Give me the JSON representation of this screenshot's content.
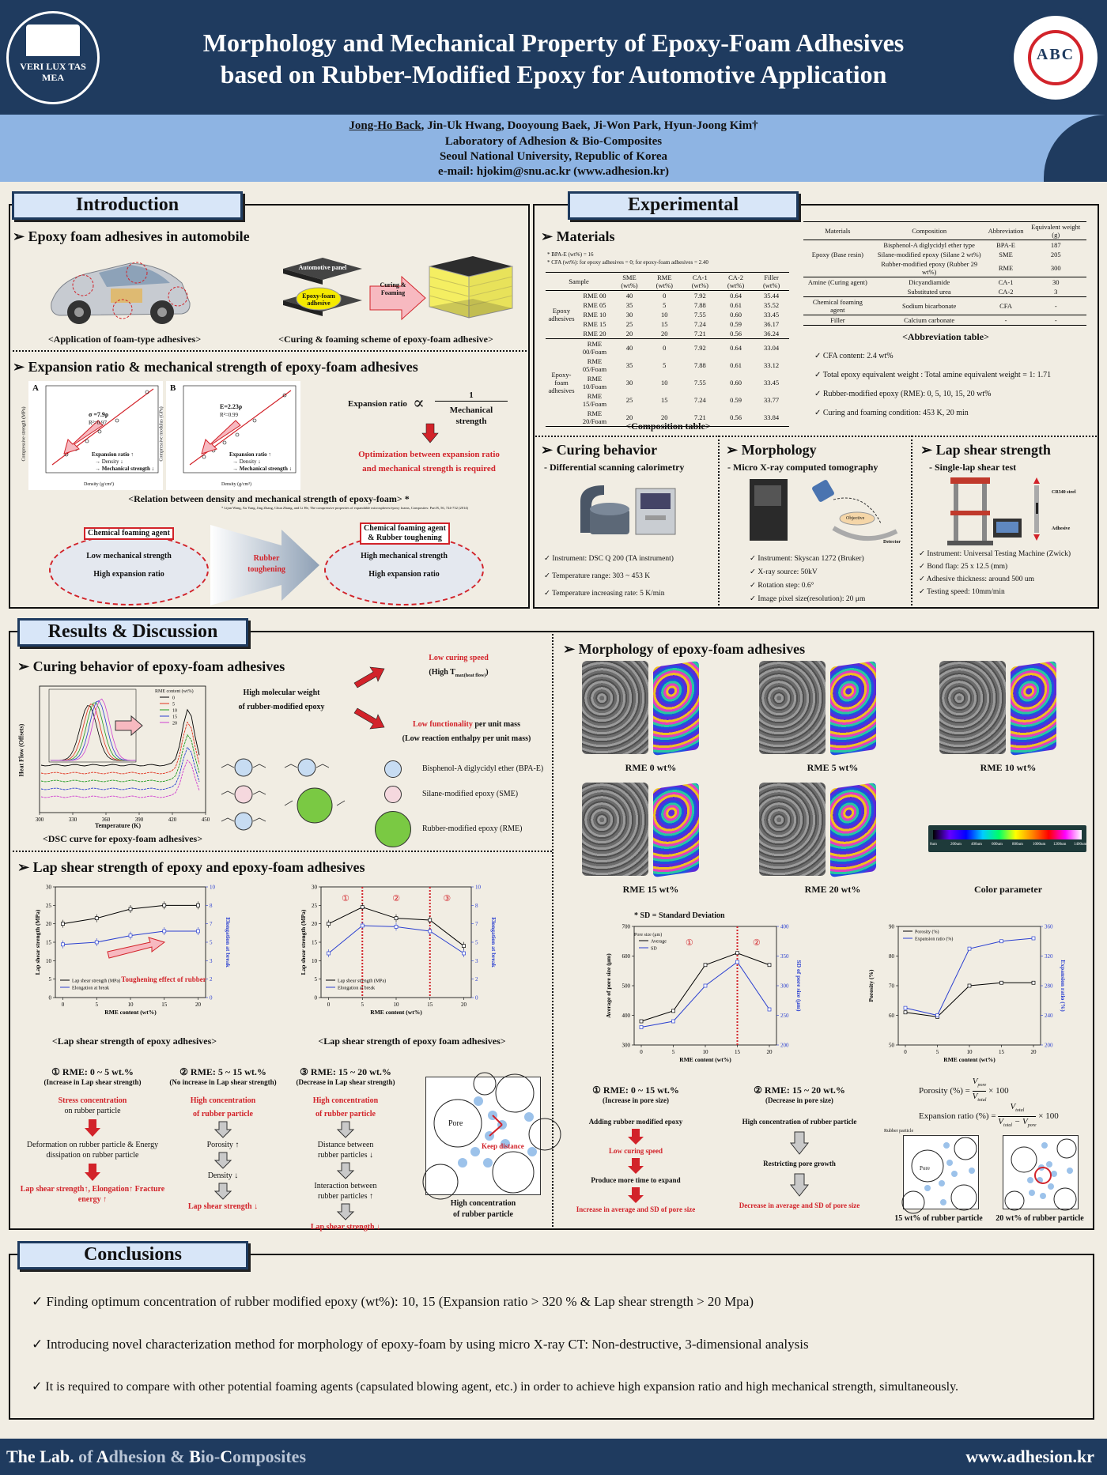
{
  "header": {
    "title_line1": "Morphology and Mechanical Property of Epoxy-Foam Adhesives",
    "title_line2": "based on Rubber-Modified Epoxy for Automotive Application",
    "left_logo_text": "VERI LUX TAS MEA",
    "right_logo_text": "ABC"
  },
  "authors": {
    "lead": "Jong-Ho Back",
    "others": ", Jin-Uk Hwang, Dooyoung Baek, Ji-Won Park, Hyun-Joong Kim†",
    "lab": "Laboratory of Adhesion & Bio-Composites",
    "univ": "Seoul National University, Republic of Korea",
    "email": "e-mail: hjokim@snu.ac.kr (www.adhesion.kr)"
  },
  "intro": {
    "title": "Introduction",
    "h1": "Epoxy foam adhesives in automobile",
    "cap1": "<Application of foam-type adhesives>",
    "cap2": "<Curing & foaming scheme of epoxy-foam adhesive>",
    "scheme_panel": "Automotive panel",
    "scheme_adhesive": "Epoxy-foam adhesive",
    "scheme_arrow": "Curing & Foaming",
    "h2": "Expansion ratio & mechanical strength of epoxy-foam adhesives",
    "exp_ratio": "Expansion ratio",
    "propto": "∝",
    "frac_num": "1",
    "frac_den": "Mechanical strength",
    "opt1": "Optimization between expansion ratio",
    "opt2": "and mechanical strength is required",
    "cap3": "<Relation between density and mechanical strength of epoxy-foam> *",
    "ref": "* Lijun Wang, Xu Yang, Jing Zhang, Chun Zhang, and Li He, The compressive properties of expandable microspheres/epoxy foams, Composites: Part B, 56, 724-732 (2014)",
    "pA": "A",
    "pB": "B",
    "eqA": "σ =7.9ρ",
    "eqA2": "R²=0.97",
    "eqB": "E=2.23ρ",
    "eqB2": "R²=0.99",
    "note1": "Expansion ratio ↑",
    "note2": "→ Density ↓",
    "note3": "→ Mechanical strength ↓",
    "ylA": "Compressive strength (MPa)",
    "ylB": "Compressive modulus (GPa)",
    "xl": "Density (g/cm³)",
    "agent1": "Chemical foaming agent",
    "agent2": "Chemical foaming agent & Rubber toughening",
    "low_mech": "Low mechanical strength",
    "high_exp": "High expansion ratio",
    "high_mech": "High mechanical strength",
    "high_exp2": "High expansion ratio",
    "rubber": "Rubber toughening"
  },
  "exp": {
    "title": "Experimental",
    "h_mat": "Materials",
    "note1": "* BPA-E (wt%) = 16",
    "note2": "* CFA (wt%): for epoxy adhesives = 0; for epoxy-foam adhesives = 2.40",
    "comp_headers": [
      "Sample",
      "SME (wt%)",
      "RME (wt%)",
      "CA-1 (wt%)",
      "CA-2 (wt%)",
      "Filler (wt%)"
    ],
    "group1": "Epoxy adhesives",
    "group2": "Epoxy-foam adhesives",
    "comp_rows": [
      [
        "RME 00",
        "40",
        "0",
        "7.92",
        "0.64",
        "35.44"
      ],
      [
        "RME 05",
        "35",
        "5",
        "7.88",
        "0.61",
        "35.52"
      ],
      [
        "RME 10",
        "30",
        "10",
        "7.55",
        "0.60",
        "33.45"
      ],
      [
        "RME 15",
        "25",
        "15",
        "7.24",
        "0.59",
        "36.17"
      ],
      [
        "RME 20",
        "20",
        "20",
        "7.21",
        "0.56",
        "36.24"
      ],
      [
        "RME 00/Foam",
        "40",
        "0",
        "7.92",
        "0.64",
        "33.04"
      ],
      [
        "RME 05/Foam",
        "35",
        "5",
        "7.88",
        "0.61",
        "33.12"
      ],
      [
        "RME 10/Foam",
        "30",
        "10",
        "7.55",
        "0.60",
        "33.45"
      ],
      [
        "RME 15/Foam",
        "25",
        "15",
        "7.24",
        "0.59",
        "33.77"
      ],
      [
        "RME 20/Foam",
        "20",
        "20",
        "7.21",
        "0.56",
        "33.84"
      ]
    ],
    "comp_cap": "<Composition table>",
    "abbr_headers": [
      "Materials",
      "Composition",
      "Abbreviation",
      "Equivalent weight (g)"
    ],
    "abbr_rows": [
      [
        "",
        "Bisphenol-A diglycidyl ether type",
        "BPA-E",
        "187"
      ],
      [
        "Epoxy (Base resin)",
        "Silane-modified epoxy (Silane 2 wt%)",
        "SME",
        "205"
      ],
      [
        "",
        "Rubber-modified epoxy (Rubber 29 wt%)",
        "RME",
        "300"
      ],
      [
        "Amine (Curing agent)",
        "Dicyandiamide",
        "CA-1",
        "30"
      ],
      [
        "",
        "Substituted urea",
        "CA-2",
        "3"
      ],
      [
        "Chemical foaming agent",
        "Sodium bicarbonate",
        "CFA",
        "-"
      ],
      [
        "Filler",
        "Calcium carbonate",
        "-",
        "-"
      ]
    ],
    "abbr_cap": "<Abbreviation table>",
    "checks": [
      "CFA content: 2.4 wt%",
      "Total epoxy equivalent weight : Total amine equivalent weight = 1: 1.71",
      "Rubber-modified epoxy (RME): 0, 5, 10, 15, 20 wt%",
      "Curing and foaming condition: 453 K, 20 min"
    ],
    "cur_h": "Curing behavior",
    "cur_sub": "- Differential scanning calorimetry",
    "cur_checks": [
      "Instrument: DSC Q 200 (TA instrument)",
      "Temperature range: 303 ~ 453 K",
      "Temperature increasing rate: 5 K/min"
    ],
    "mor_h": "Morphology",
    "mor_sub": "- Micro X-ray computed tomography",
    "mor_checks": [
      "Instrument: Skyscan 1272 (Bruker)",
      "X-ray source: 50kV",
      "Rotation step: 0.6°",
      "Image pixel size(resolution): 20 μm"
    ],
    "mor_obj": "Objective",
    "mor_det": "Detector",
    "lap_h": "Lap shear strength",
    "lap_sub": "- Single-lap shear test",
    "lap_checks": [
      "Instrument: Universal Testing Machine (Zwick)",
      "Bond flap: 25 x 12.5 (mm)",
      "Adhesive thickness: around 500 um",
      "Testing speed: 10mm/min"
    ],
    "lap_steel": "CR340 steel",
    "lap_adh": "Adhesive"
  },
  "results": {
    "title": "Results & Discussion",
    "cur_h": "Curing behavior of epoxy-foam adhesives",
    "dsc_legend_title": "RME content (wt%)",
    "dsc_legend": [
      "0",
      "5",
      "10",
      "15",
      "20"
    ],
    "dsc_y": "Heat Flow (Offsets)",
    "dsc_x": "Temperature (K)",
    "dsc_xt": [
      "300",
      "330",
      "360",
      "390",
      "420",
      "450"
    ],
    "dsc_cap": "<DSC curve for epoxy-foam adhesives>",
    "hmw1": "High molecular weight",
    "hmw2": "of rubber-modified epoxy",
    "low_cur": "Low curing speed",
    "high_t": "(High T",
    "high_t_sub": "max(heat flow)",
    "high_t_end": ")",
    "low_func": "Low functionality",
    "low_func_rest": " per unit mass",
    "low_enth": "(Low reaction enthalpy per unit mass)",
    "leg_bpa": "Bisphenol-A diglycidyl ether (BPA-E)",
    "leg_sme": "Silane-modified epoxy (SME)",
    "leg_rme": "Rubber-modified epoxy (RME)",
    "lap_h": "Lap shear strength of epoxy and epoxy-foam adhesives",
    "lap_yl": "Lap shear strength (MPa)",
    "lap_yr": "Elongation at break",
    "lap_xl": "RME content (wt%)",
    "lap_leg1": "Lap shear strength (MPa)",
    "lap_leg2": "Elongation at break",
    "tough": "Toughening effect of rubber",
    "lap_cap1": "<Lap shear strength of epoxy adhesives>",
    "lap_cap2": "<Lap shear strength of epoxy foam adhesives>",
    "c1": "①",
    "c2": "②",
    "c3": "③",
    "f1_t": "① RME: 0 ~ 5 wt.%",
    "f1_s": "(Increase in Lap shear strength)",
    "f1_a": "Stress concentration",
    "f1_b": "on rubber particle",
    "f1_c": "Deformation on rubber particle & Energy dissipation on rubber particle",
    "f1_d": "Lap shear strength↑, Elongation↑ Fracture energy ↑",
    "f2_t": "② RME: 5 ~ 15 wt.%",
    "f2_s": "(No increase in Lap shear strength)",
    "f2_a": "High concentration",
    "f2_b": "of rubber particle",
    "f2_c": "Porosity ↑",
    "f2_d": "Density ↓",
    "f2_e": "Lap shear strength ↓",
    "f3_t": "③ RME: 15 ~ 20 wt.%",
    "f3_s": "(Decrease in Lap shear strength)",
    "f3_a": "High concentration",
    "f3_b": "of rubber particle",
    "f3_c": "Distance between rubber particles ↓",
    "f3_d": "Interaction between rubber particles ↑",
    "f3_e": "Lap shear strength ↓",
    "pore": "Pore",
    "keep": "Keep distance",
    "hc1": "High concentration",
    "hc2": "of rubber particle",
    "mor_h": "Morphology of epoxy-foam adhesives",
    "rme0": "RME 0 wt%",
    "rme5": "RME 5 wt%",
    "rme10": "RME 10 wt%",
    "rme15": "RME 15 wt%",
    "rme20": "RME 20 wt%",
    "colorparam": "Color parameter",
    "cbar": [
      "0um",
      "200um",
      "400um",
      "600um",
      "800um",
      "1000um",
      "1200um",
      "1400um"
    ],
    "sd_note": "* SD = Standard Deviation",
    "pore_legtitle": "Pore size (μm)",
    "pore_leg1": "Average",
    "pore_leg2": "SD",
    "pore_yl": "Average of pore size (μm)",
    "pore_yr": "SD of pore size (μm)",
    "pore_xl": "RME content (wt%)",
    "por_leg1": "Porosity (%)",
    "por_leg2": "Expansion ratio (%)",
    "por_yl": "Porosity (%)",
    "por_yr": "Expansion ratio (%)",
    "por_xl": "RME content (wt%)",
    "m1_t": "① RME: 0 ~ 15 wt.%",
    "m1_s": "(Increase in pore size)",
    "m1_a": "Adding rubber modified epoxy",
    "m1_b": "Low curing speed",
    "m1_c": "Produce more time to expand",
    "m1_d": "Increase in average and SD of pore size",
    "m2_t": "② RME: 15 ~ 20 wt.%",
    "m2_s": "(Decrease in pore size)",
    "m2_a": "High concentration of rubber particle",
    "m2_b": "Restricting pore growth",
    "m2_c": "Decrease in average and SD of pore size",
    "eq_por": "Porosity (%) = ",
    "eq_por_n": "V",
    "eq_por_ns": "pore",
    "eq_por_d": "V",
    "eq_por_ds": "total",
    "eq_por_x": " × 100",
    "eq_exp": "Expansion ratio (%) = ",
    "eq_exp_n": "V",
    "eq_exp_ns": "total",
    "eq_exp_d": "V",
    "eq_exp_ds": "total",
    "eq_exp_d2": " − V",
    "eq_exp_d2s": "pore",
    "eq_exp_x": " × 100",
    "rp": "Rubber particle",
    "pore2": "Pore",
    "s15": "15 wt% of rubber particle",
    "s20": "20 wt% of rubber particle"
  },
  "chart_data": [
    {
      "type": "line",
      "title": "",
      "xlabel": "Temperature (K)",
      "ylabel": "Heat Flow (Offsets)",
      "xlim": [
        300,
        450
      ],
      "legend_title": "RME content (wt%)",
      "legend": "top-right",
      "series": [
        {
          "name": "0",
          "color": "#000000"
        },
        {
          "name": "5",
          "color": "#e0321e"
        },
        {
          "name": "10",
          "color": "#1f9a1f"
        },
        {
          "name": "15",
          "color": "#2a3fd0"
        },
        {
          "name": "20",
          "color": "#d040d0"
        }
      ]
    },
    {
      "type": "line",
      "title": "",
      "xlabel": "RME content (wt%)",
      "ylabel": "Lap shear strength (MPa)",
      "ylabel_right": "Elongation at break",
      "x": [
        0,
        5,
        10,
        15,
        20
      ],
      "ylim": [
        0,
        30
      ],
      "ylim_right": [
        0,
        10
      ],
      "series": [
        {
          "name": "Lap shear strength (MPa)",
          "values": [
            20,
            21.5,
            24,
            25,
            25
          ],
          "axis": "left",
          "color": "#000000"
        },
        {
          "name": "Elongation at break",
          "values": [
            4.8,
            5,
            5.6,
            6,
            6
          ],
          "axis": "right",
          "color": "#2a3fd0"
        }
      ]
    },
    {
      "type": "line",
      "title": "",
      "xlabel": "RME content (wt%)",
      "ylabel": "Lap shear strength (MPa)",
      "ylabel_right": "Elongation at break",
      "x": [
        0,
        5,
        10,
        15,
        20
      ],
      "ylim": [
        0,
        30
      ],
      "ylim_right": [
        0,
        10
      ],
      "series": [
        {
          "name": "Lap shear strength (MPa)",
          "values": [
            20,
            24.5,
            21.5,
            21,
            14
          ],
          "axis": "left",
          "color": "#000000"
        },
        {
          "name": "Elongation at break",
          "values": [
            4,
            6.5,
            6.4,
            6,
            4
          ],
          "axis": "right",
          "color": "#2a3fd0"
        }
      ]
    },
    {
      "type": "line",
      "title": "",
      "xlabel": "RME content (wt%)",
      "ylabel": "Average of pore size (μm)",
      "ylabel_right": "SD of pore size (μm)",
      "x": [
        0,
        5,
        10,
        15,
        20
      ],
      "ylim": [
        300,
        700
      ],
      "ylim_right": [
        200,
        400
      ],
      "series": [
        {
          "name": "Average",
          "values": [
            380,
            415,
            570,
            610,
            570
          ],
          "axis": "left",
          "color": "#000000"
        },
        {
          "name": "SD",
          "values": [
            230,
            240,
            300,
            340,
            260
          ],
          "axis": "right",
          "color": "#2a3fd0"
        }
      ]
    },
    {
      "type": "line",
      "title": "",
      "xlabel": "RME content (wt%)",
      "ylabel": "Porosity (%)",
      "ylabel_right": "Expansion ratio (%)",
      "x": [
        0,
        5,
        10,
        15,
        20
      ],
      "ylim": [
        50,
        90
      ],
      "ylim_right": [
        200,
        360
      ],
      "series": [
        {
          "name": "Porosity (%)",
          "values": [
            61,
            59.5,
            70,
            71,
            71
          ],
          "axis": "left",
          "color": "#000000"
        },
        {
          "name": "Expansion ratio (%)",
          "values": [
            250,
            240,
            330,
            340,
            344
          ],
          "axis": "right",
          "color": "#2a3fd0"
        }
      ]
    }
  ],
  "conclusions": {
    "title": "Conclusions",
    "items": [
      "✓ Finding optimum concentration of rubber modified epoxy (wt%): 10, 15 (Expansion ratio > 320 % & Lap shear strength > 20 Mpa)",
      "✓ Introducing novel characterization method for morphology of epoxy-foam by using micro X-ray CT: Non-destructive, 3-dimensional analysis",
      "✓ It is required to compare with other potential foaming agents (capsulated blowing agent, etc.) in order to achieve high expansion ratio and high mechanical strength, simultaneously."
    ]
  },
  "footer": {
    "lab_w1": "The Lab.",
    "lab_w2": " of ",
    "lab_A": "A",
    "lab_w3": "dhesion & ",
    "lab_B": "B",
    "lab_w4": "io-",
    "lab_C": "C",
    "lab_w5": "omposites",
    "url": "www.adhesion.kr"
  }
}
